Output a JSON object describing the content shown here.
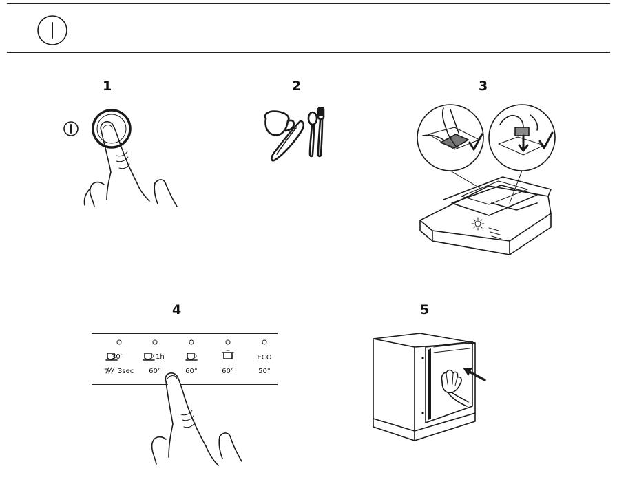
{
  "header": {
    "power_symbol_icon": "power-on-icon"
  },
  "steps": [
    {
      "number": "1",
      "icon": "press-power-button-icon"
    },
    {
      "number": "2",
      "icon": "load-dishes-icon"
    },
    {
      "number": "3",
      "icon": "add-detergent-icon"
    },
    {
      "number": "4",
      "icon": "select-programme-icon"
    },
    {
      "number": "5",
      "icon": "close-door-icon"
    }
  ],
  "programme_panel": {
    "programmes": [
      {
        "top": "30′",
        "top_sub": "3sec",
        "temp": ""
      },
      {
        "top": "1h",
        "temp": "60°"
      },
      {
        "top": "",
        "temp": "60°"
      },
      {
        "top": "",
        "temp": "60°"
      },
      {
        "top": "ECO",
        "temp": "50°"
      }
    ]
  }
}
